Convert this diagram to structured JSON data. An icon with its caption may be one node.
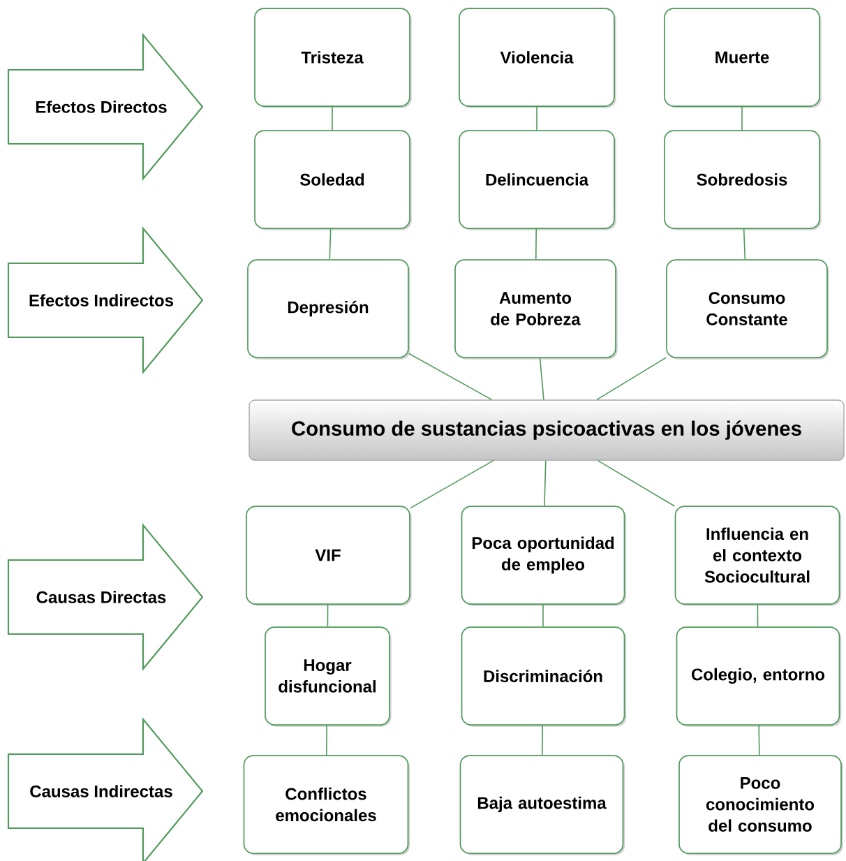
{
  "diagram": {
    "nodes": [
      {
        "text": [
          "Efectos Directos"
        ]
      },
      {
        "text": [
          "Tristeza"
        ]
      },
      {
        "text": [
          "Violencia"
        ]
      },
      {
        "text": [
          "Muerte"
        ]
      },
      {
        "text": [
          "Soledad"
        ]
      },
      {
        "text": [
          "Delincuencia"
        ]
      },
      {
        "text": [
          "Sobredosis"
        ]
      },
      {
        "text": [
          "Efectos Indirectos"
        ]
      },
      {
        "text": [
          "Depresión"
        ]
      },
      {
        "text": [
          "Aumento de Pobreza"
        ]
      },
      {
        "text": [
          "Consumo Constante"
        ]
      },
      {
        "text": [
          "Consumo de sustancias psicoactivas en los jóvenes"
        ]
      },
      {
        "text": [
          "VIF"
        ]
      },
      {
        "text": [
          "Poca oportunidad de empleo"
        ]
      },
      {
        "text": [
          "Influencia en el contexto Sociocultural"
        ]
      },
      {
        "text": [
          "Causas Directas"
        ]
      },
      {
        "text": [
          "Hogar disfuncional"
        ]
      },
      {
        "text": [
          "Discriminación"
        ]
      },
      {
        "text": [
          "Colegio, entorno"
        ]
      },
      {
        "text": [
          "Causas Indirectas"
        ]
      },
      {
        "text": [
          "Conflictos emocionales"
        ]
      },
      {
        "text": [
          "Baja autoestima"
        ]
      },
      {
        "text": [
          "Poco conocimiento del consumo"
        ]
      }
    ],
    "edges": [
      {
        "from": 1,
        "to": 4,
        "arrow": "none"
      },
      {
        "from": 2,
        "to": 5,
        "arrow": "none"
      },
      {
        "from": 3,
        "to": 6,
        "arrow": "none"
      },
      {
        "from": 4,
        "to": 8,
        "arrow": "none"
      },
      {
        "from": 5,
        "to": 9,
        "arrow": "none"
      },
      {
        "from": 6,
        "to": 10,
        "arrow": "none"
      },
      {
        "from": 8,
        "to": 11,
        "arrow": "none"
      },
      {
        "from": 9,
        "to": 11,
        "arrow": "none"
      },
      {
        "from": 10,
        "to": 11,
        "arrow": "none"
      },
      {
        "from": 11,
        "to": 12,
        "arrow": "none"
      },
      {
        "from": 11,
        "to": 13,
        "arrow": "none"
      },
      {
        "from": 11,
        "to": 14,
        "arrow": "none"
      },
      {
        "from": 12,
        "to": 16,
        "arrow": "none"
      },
      {
        "from": 13,
        "to": 17,
        "arrow": "none"
      },
      {
        "from": 14,
        "to": 18,
        "arrow": "none"
      },
      {
        "from": 16,
        "to": 20,
        "arrow": "none"
      },
      {
        "from": 17,
        "to": 21,
        "arrow": "none"
      },
      {
        "from": 18,
        "to": 22,
        "arrow": "none"
      }
    ]
  }
}
